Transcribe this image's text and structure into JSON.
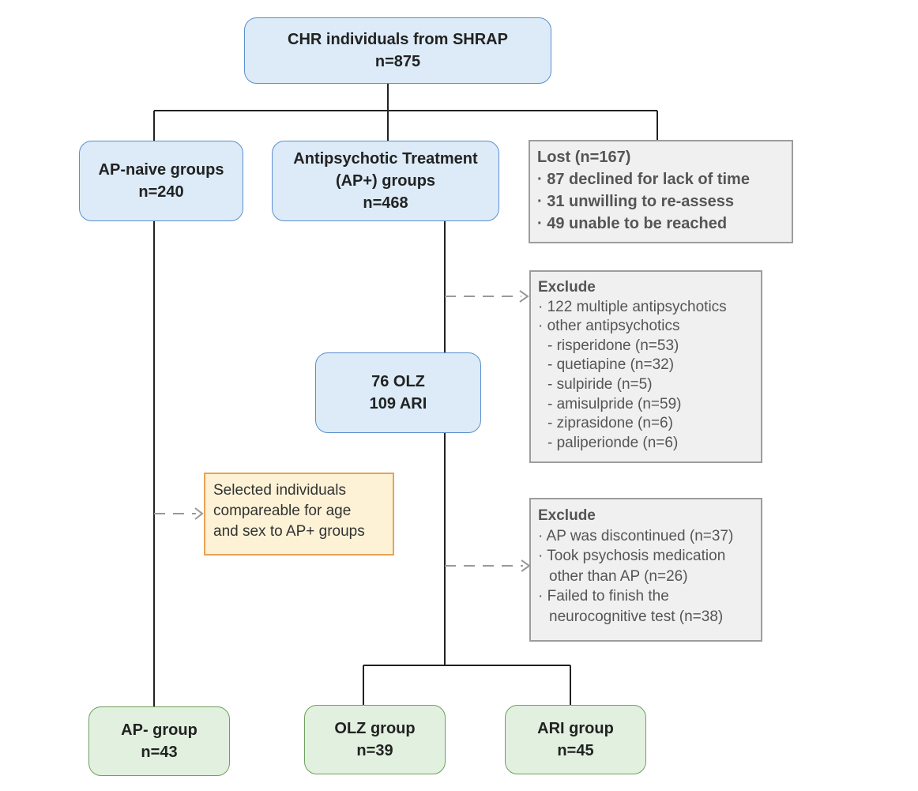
{
  "top": {
    "title": "CHR individuals from SHRAP",
    "n": "n=875"
  },
  "ap_naive": {
    "title": "AP-naive groups",
    "n": "n=240"
  },
  "ap_plus": {
    "line1": "Antipsychotic Treatment",
    "line2": "(AP+) groups",
    "n": "n=468"
  },
  "lost": {
    "header": "Lost (n=167)",
    "items": [
      "· 87 declined for lack of time",
      "· 31 unwilling to re-assess",
      "· 49 unable to be reached"
    ]
  },
  "exclude1": {
    "header": "Exclude",
    "item1": "· 122 multiple antipsychotics",
    "item2": "· other antipsychotics",
    "subitems": [
      "- risperidone (n=53)",
      "- quetiapine (n=32)",
      "- sulpiride (n=5)",
      "- amisulpride (n=59)",
      "- ziprasidone (n=6)",
      "- paliperionde (n=6)"
    ]
  },
  "olz_ari": {
    "line1": "76 OLZ",
    "line2": "109 ARI"
  },
  "selected": {
    "text_lines": [
      "Selected individuals",
      "compareable for age",
      "and sex to AP+ groups"
    ]
  },
  "exclude2": {
    "header": "Exclude",
    "lines": [
      "· AP was discontinued (n=37)",
      "· Took psychosis medication",
      "other than AP (n=26)",
      "· Failed to finish the",
      "neurocognitive test (n=38)"
    ]
  },
  "ap_minus": {
    "title": "AP- group",
    "n": "n=43"
  },
  "olz_group": {
    "title": "OLZ group",
    "n": "n=39"
  },
  "ari_group": {
    "title": "ARI group",
    "n": "n=45"
  }
}
